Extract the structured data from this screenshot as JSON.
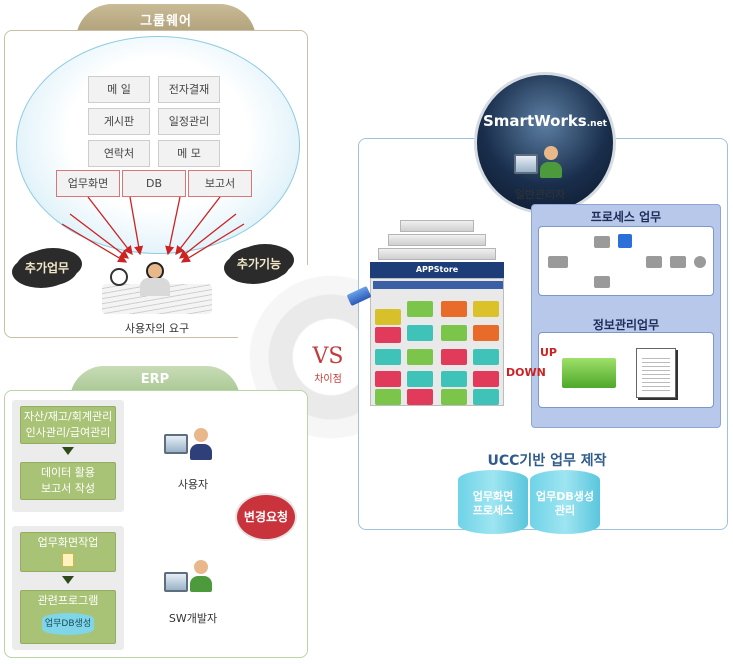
{
  "groupware": {
    "title": "그룹웨어",
    "boxes": [
      "메 일",
      "전자결재",
      "게시판",
      "일정관리",
      "연락처",
      "메 모",
      "업무화면",
      "DB",
      "보고서"
    ],
    "cloud_left": "추가업무",
    "cloud_right": "추가기능",
    "caption": "사용자의 요구"
  },
  "erp": {
    "title": "ERP",
    "box_1": "자산/재고/회계관리\n인사관리/급여관리",
    "box_2": "데이터 활용\n보고서 작성",
    "box_3": "업무화면작업",
    "box_4": "관련프로그램",
    "box_4_db": "업무DB생성",
    "user_label": "사용자",
    "dev_label": "SW개발자",
    "change_badge": "변경요청"
  },
  "vs": {
    "text": "VS",
    "sub": "차이점"
  },
  "smartworks": {
    "logo": "SmartWorks",
    "logo_suffix": ".net",
    "admin_label": "일반관리자",
    "store_name": "APPStore",
    "process_title": "프로세스 업무",
    "info_title": "정보관리업무",
    "up_label": "UP",
    "down_label": "DOWN",
    "ucc_title": "UCC기반 업무 제작",
    "cyl_left": "업무화면\n프로세스",
    "cyl_right": "업무DB생성\n관리"
  },
  "colors": {
    "groupware_accent": "#aa9b75",
    "erp_accent": "#a8c276",
    "smartworks_accent": "#1d3d78",
    "vs_red": "#c23a3a",
    "arrow_red": "#cc2222"
  }
}
